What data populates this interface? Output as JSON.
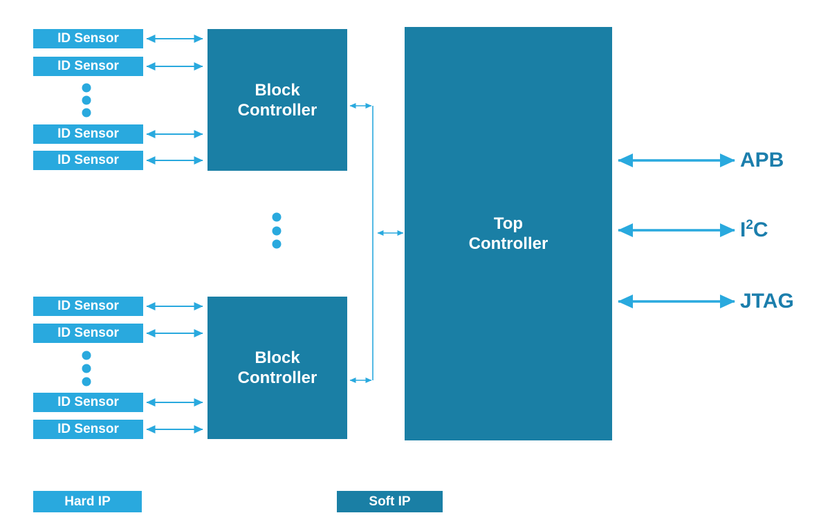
{
  "diagram": {
    "labels": {
      "id_sensor": "ID Sensor",
      "block_controller": "Block\nController",
      "top_controller": "Top\nController"
    },
    "interfaces": {
      "apb": "APB",
      "i2c": {
        "base": "I",
        "sup": "2",
        "rest": "C"
      },
      "jtag": "JTAG"
    },
    "legend": {
      "hard_ip": "Hard IP",
      "soft_ip": "Soft IP"
    },
    "colors": {
      "light_blue": "#29A9DE",
      "dark_teal": "#1A7FA5",
      "label_teal": "#1B7EAC",
      "box_text": "#FFFFFF"
    }
  }
}
